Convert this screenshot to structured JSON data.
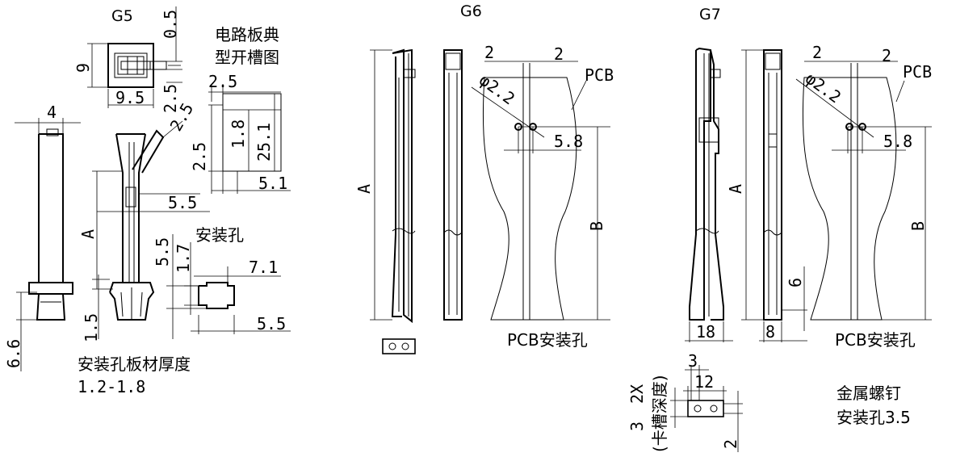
{
  "g5": {
    "title": "G5",
    "dim_0_5": "0.5",
    "dim_9": "9",
    "dim_9_5": "9.5",
    "dim_2_5_a": "2.5",
    "dim_2_5_b": "2.5",
    "dim_4": "4",
    "dim_5_5": "5.5",
    "dim_A": "A",
    "dim_6_6": "6.6",
    "dim_1_5": "1.5",
    "slot_title_1": "电路板典",
    "slot_title_2": "型开槽图",
    "slot_2_5_top": "2.5",
    "slot_2_5_left": "2.5",
    "slot_1_8": "1.8",
    "slot_25_1": "25.1",
    "slot_5_1": "5.1",
    "hole_label": "安装孔",
    "hole_5_5_left": "5.5",
    "hole_1_7": "1.7",
    "hole_7_1": "7.1",
    "hole_5_5_bottom": "5.5",
    "thickness_label": "安装孔板材厚度",
    "thickness_value": "1.2-1.8"
  },
  "g6": {
    "title": "G6",
    "dim_A": "A",
    "dim_B": "B",
    "dim_2_left": "2",
    "dim_2_right": "2",
    "dim_phi": "φ2.2",
    "dim_5_8": "5.8",
    "pcb_label": "PCB",
    "pcb_hole_label": "PCB安装孔"
  },
  "g7": {
    "title": "G7",
    "dim_A": "A",
    "dim_B": "B",
    "dim_2_left": "2",
    "dim_2_right": "2",
    "dim_phi": "φ2.2",
    "dim_5_8": "5.8",
    "pcb_label": "PCB",
    "dim_6": "6",
    "dim_18": "18",
    "dim_8": "8",
    "pcb_hole_label": "PCB安装孔",
    "dim_3": "3",
    "dim_12": "12",
    "dim_2x": "2X",
    "slot_depth_label": "(卡槽深度)",
    "dim_3_left": "3",
    "dim_2_bottom": "2",
    "screw_label_1": "金属螺钉",
    "screw_label_2": "安装孔3.5"
  }
}
